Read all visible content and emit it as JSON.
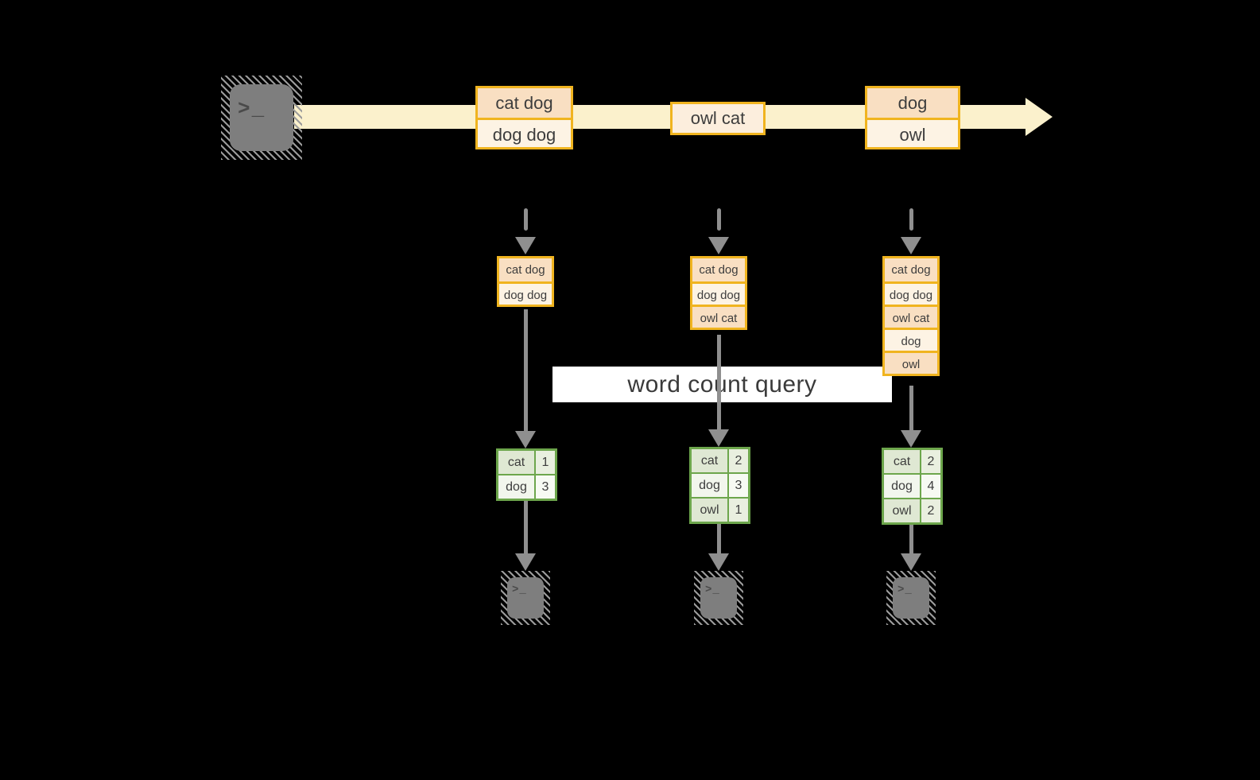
{
  "diagram": {
    "banner_label": "word count query",
    "source": {
      "icon": "terminal-icon",
      "glyph": ">_"
    },
    "stream": {
      "batches": [
        {
          "rows": [
            "cat dog",
            "dog dog"
          ]
        },
        {
          "rows": [
            "owl cat"
          ]
        },
        {
          "rows": [
            "dog",
            "owl"
          ]
        }
      ]
    },
    "pipelines": [
      {
        "records": [
          "cat dog",
          "dog dog"
        ],
        "counts": [
          {
            "word": "cat",
            "count": "1"
          },
          {
            "word": "dog",
            "count": "3"
          }
        ]
      },
      {
        "records": [
          "cat dog",
          "dog dog",
          "owl cat"
        ],
        "counts": [
          {
            "word": "cat",
            "count": "2"
          },
          {
            "word": "dog",
            "count": "3"
          },
          {
            "word": "owl",
            "count": "1"
          }
        ]
      },
      {
        "records": [
          "cat dog",
          "dog dog",
          "owl cat",
          "dog",
          "owl"
        ],
        "counts": [
          {
            "word": "cat",
            "count": "2"
          },
          {
            "word": "dog",
            "count": "4"
          },
          {
            "word": "owl",
            "count": "2"
          }
        ]
      }
    ],
    "consumers": [
      {
        "icon": "terminal-icon",
        "glyph": ">_"
      },
      {
        "icon": "terminal-icon",
        "glyph": ">_"
      },
      {
        "icon": "terminal-icon",
        "glyph": ">_"
      }
    ],
    "colors": {
      "gold_border": "#f0b41f",
      "peach_fill": "#f9dfc2",
      "cream_fill": "#fdf3e4",
      "single_fill": "#fceedd",
      "stream_fill": "#fbf1cc",
      "green_border": "#6da64c",
      "green_cell": "#dfe8d3",
      "green_cell_num": "#e9efdf",
      "green_cell_alt": "#f2f6ed",
      "green_cell_alt_num": "#f7faf3",
      "arrow_gray": "#8f8f8f",
      "terminal_gray": "#7e7e7e",
      "text_dark": "#3d3d3d",
      "banner_bg": "#ffffff"
    }
  }
}
